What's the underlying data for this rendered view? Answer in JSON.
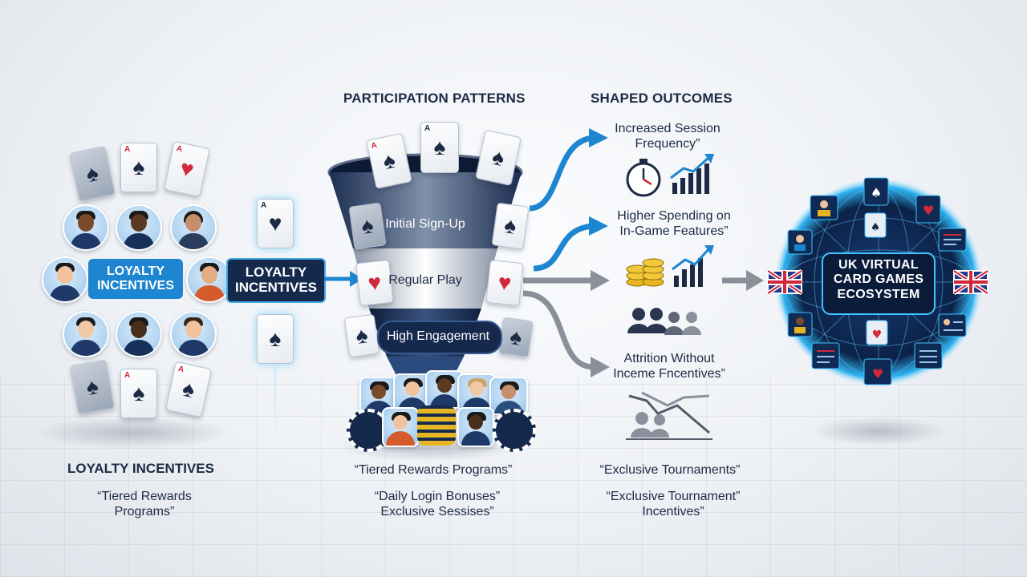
{
  "left_panel": {
    "badge_1": "LOYALTY\nINCENTIVES",
    "badge_2": "LOYALTY\nINCENTIVES",
    "caption_head": "LOYALTY INCENTIVES",
    "caption": "“Tiered Rewards\nPrograms”"
  },
  "funnel": {
    "heading": "PARTICIPATION PATTERNS",
    "stages": [
      "Initial Sign-Up",
      "Regular Play",
      "High Engagement"
    ],
    "caption_1": "“Tiered Rewards Programs”",
    "caption_2": "“Daily Login Bonuses”\nExclusive Sessises”"
  },
  "outcomes": {
    "heading": "SHAPED OUTCOMES",
    "items": [
      "Increased Session\nFrequency”",
      "Higher Spending on\nIn-Game Features”",
      "Attrition Without\nInceme Fncentives”"
    ],
    "caption_1": "“Exclusive Tournaments”",
    "caption_2": "“Exclusive Tournament”\nIncentives”"
  },
  "ecosystem": {
    "title": "UK VIRTUAL\nCARD GAMES\nECOSYSTEM"
  },
  "colors": {
    "navy": "#15294d",
    "accent_blue": "#1e86d0",
    "arrow_gray": "#8a9099",
    "glow": "#3fc3ff"
  },
  "icons": [
    "spade-icon",
    "heart-icon",
    "stopwatch-icon",
    "chart-up-icon",
    "coins-icon",
    "users-icon",
    "chart-down-icon",
    "uk-flag-icon",
    "poker-chip-icon"
  ]
}
